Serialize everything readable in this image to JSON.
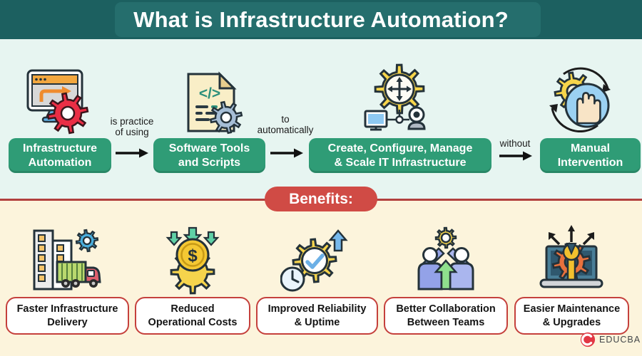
{
  "header": {
    "title": "What is Infrastructure Automation?"
  },
  "flow": {
    "code_glyph": "</>",
    "steps": [
      {
        "icon": "automation-computer-icon",
        "lines": [
          "Infrastructure",
          "Automation"
        ]
      },
      {
        "icon": "software-scripts-icon",
        "lines": [
          "Software Tools",
          "and Scripts"
        ]
      },
      {
        "icon": "it-infrastructure-icon",
        "lines": [
          "Create, Configure, Manage",
          "& Scale IT Infrastructure"
        ]
      },
      {
        "icon": "manual-intervention-icon",
        "lines": [
          "Manual",
          "Intervention"
        ]
      }
    ],
    "connectors": [
      {
        "lines": [
          "is practice",
          "of using"
        ]
      },
      {
        "lines": [
          "to",
          "automatically"
        ]
      },
      {
        "lines": [
          "without"
        ]
      }
    ]
  },
  "benefits": {
    "heading": "Benefits:",
    "coin_symbol": "$",
    "items": [
      {
        "icon": "infrastructure-delivery-icon",
        "lines": [
          "Faster Infrastructure",
          "Delivery"
        ]
      },
      {
        "icon": "cost-reduction-icon",
        "lines": [
          "Reduced",
          "Operational Costs"
        ]
      },
      {
        "icon": "reliability-uptime-icon",
        "lines": [
          "Improved Reliability",
          "& Uptime"
        ]
      },
      {
        "icon": "team-collaboration-icon",
        "lines": [
          "Better Collaboration",
          "Between Teams"
        ]
      },
      {
        "icon": "maintenance-upgrades-icon",
        "lines": [
          "Easier Maintenance",
          "& Upgrades"
        ]
      }
    ]
  },
  "branding": {
    "logo_text": "EDUCBA"
  },
  "colors": {
    "teal_band": "#1c6060",
    "teal_panel": "#256e6d",
    "green_box": "#2f9c76",
    "red_accent": "#d04b45",
    "red_border": "#c5403c",
    "red_line": "#b2403e",
    "mint_bg": "#e7f5f1",
    "cream_bg": "#fcf4dc"
  }
}
